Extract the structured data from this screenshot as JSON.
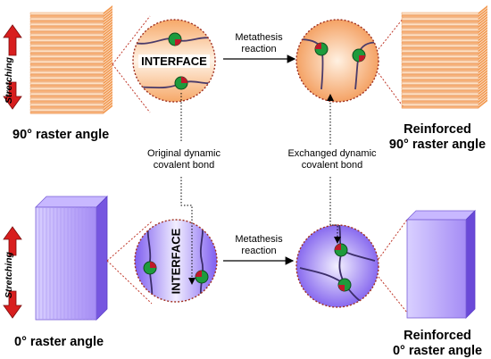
{
  "top_left_label": "90° raster angle",
  "top_right_label_line1": "Reinforced",
  "top_right_label_line2": "90° raster angle",
  "bottom_left_label": "0° raster angle",
  "bottom_right_label_line1": "Reinforced",
  "bottom_right_label_line2": "0° raster angle",
  "stretching_top": "Stretching",
  "stretching_bottom": "Stretching",
  "interface_top": "INTERFACE",
  "interface_bottom": "INTERFACE",
  "reaction_top_line1": "Metathesis",
  "reaction_top_line2": "reaction",
  "reaction_bottom_line1": "Metathesis",
  "reaction_bottom_line2": "reaction",
  "callout_original_line1": "Original dynamic",
  "callout_original_line2": "covalent bond",
  "callout_exchanged_line1": "Exchanged dynamic",
  "callout_exchanged_line2": "covalent bond",
  "colors": {
    "orange_light": "#fde2c8",
    "orange_dark": "#f4a064",
    "purple_light": "#e6e0ff",
    "purple_dark": "#8f6df0",
    "arrow_red": "#d81e1e",
    "bond_green": "#1e9b3c",
    "bond_red": "#c0182a",
    "chain": "#4a3b6a"
  }
}
